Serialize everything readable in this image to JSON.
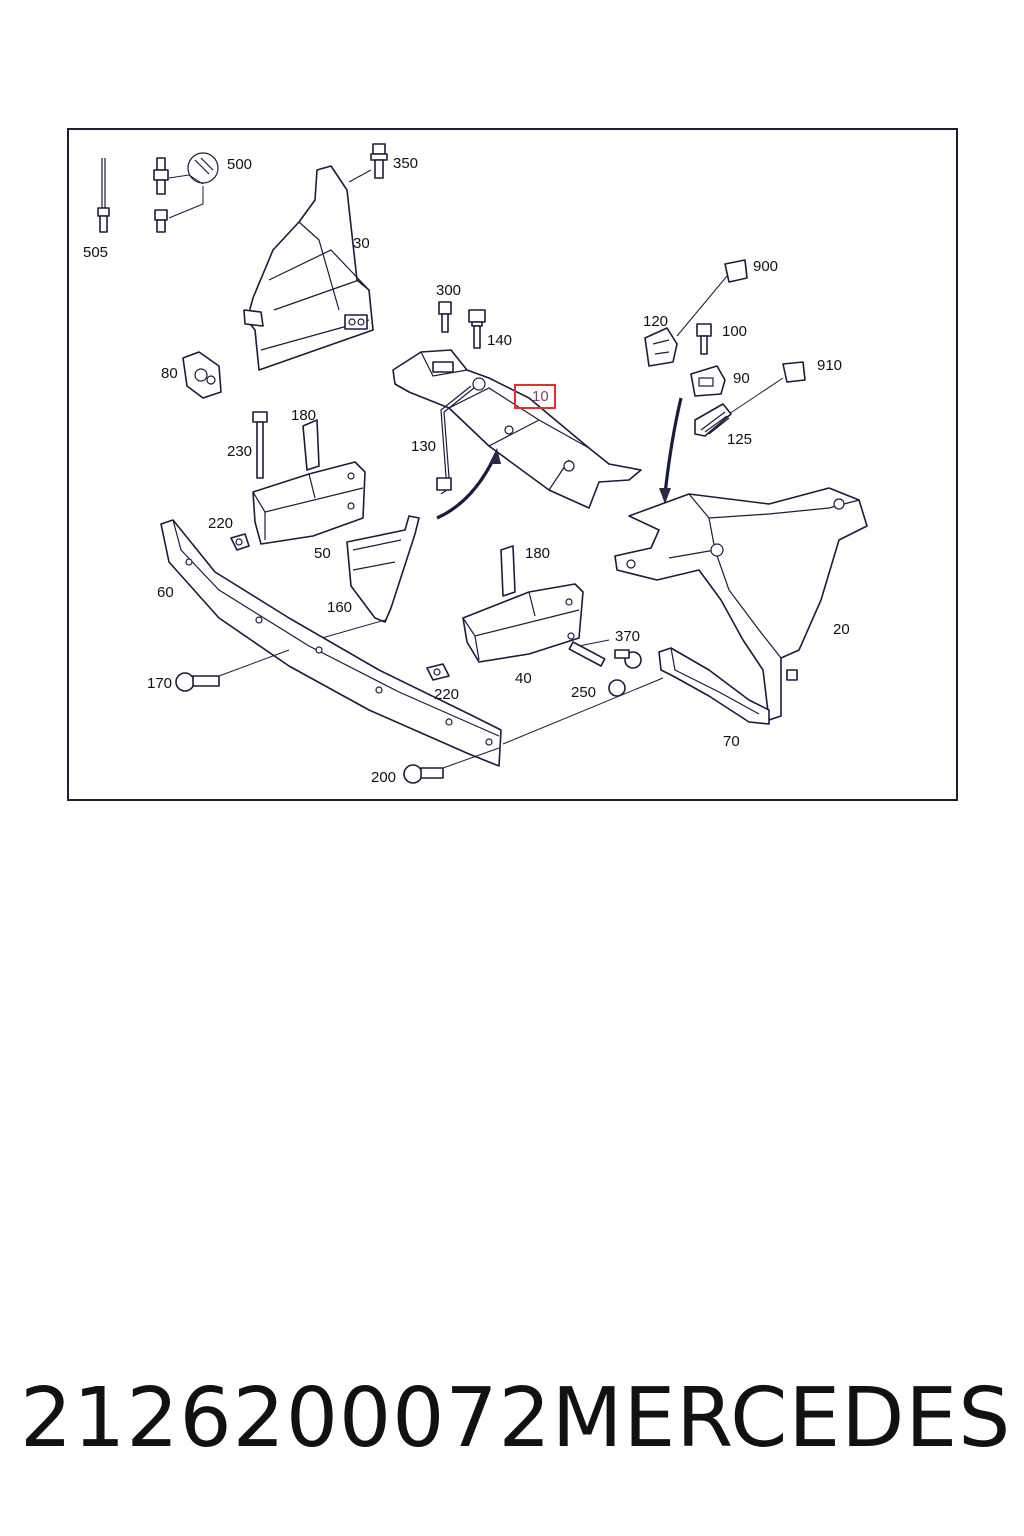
{
  "diagram": {
    "callouts": {
      "c505": "505",
      "c500": "500",
      "c350": "350",
      "c30": "30",
      "c900": "900",
      "c300": "300",
      "c140": "140",
      "c120": "120",
      "c100": "100",
      "c910": "910",
      "c80": "80",
      "c90": "90",
      "c10": "10",
      "c125": "125",
      "c180a": "180",
      "c230": "230",
      "c130": "130",
      "c220a": "220",
      "c50": "50",
      "c180b": "180",
      "c60": "60",
      "c160": "160",
      "c370": "370",
      "c20": "20",
      "c170": "170",
      "c40": "40",
      "c250": "250",
      "c220b": "220",
      "c70": "70",
      "c200": "200"
    },
    "highlighted_callout": "10"
  },
  "footer": {
    "part_number": "2126200072",
    "brand": "MERCEDES"
  },
  "colors": {
    "line": "#1b1b3a",
    "highlight_border": "#e03030",
    "frame": "#1e1e2e"
  }
}
